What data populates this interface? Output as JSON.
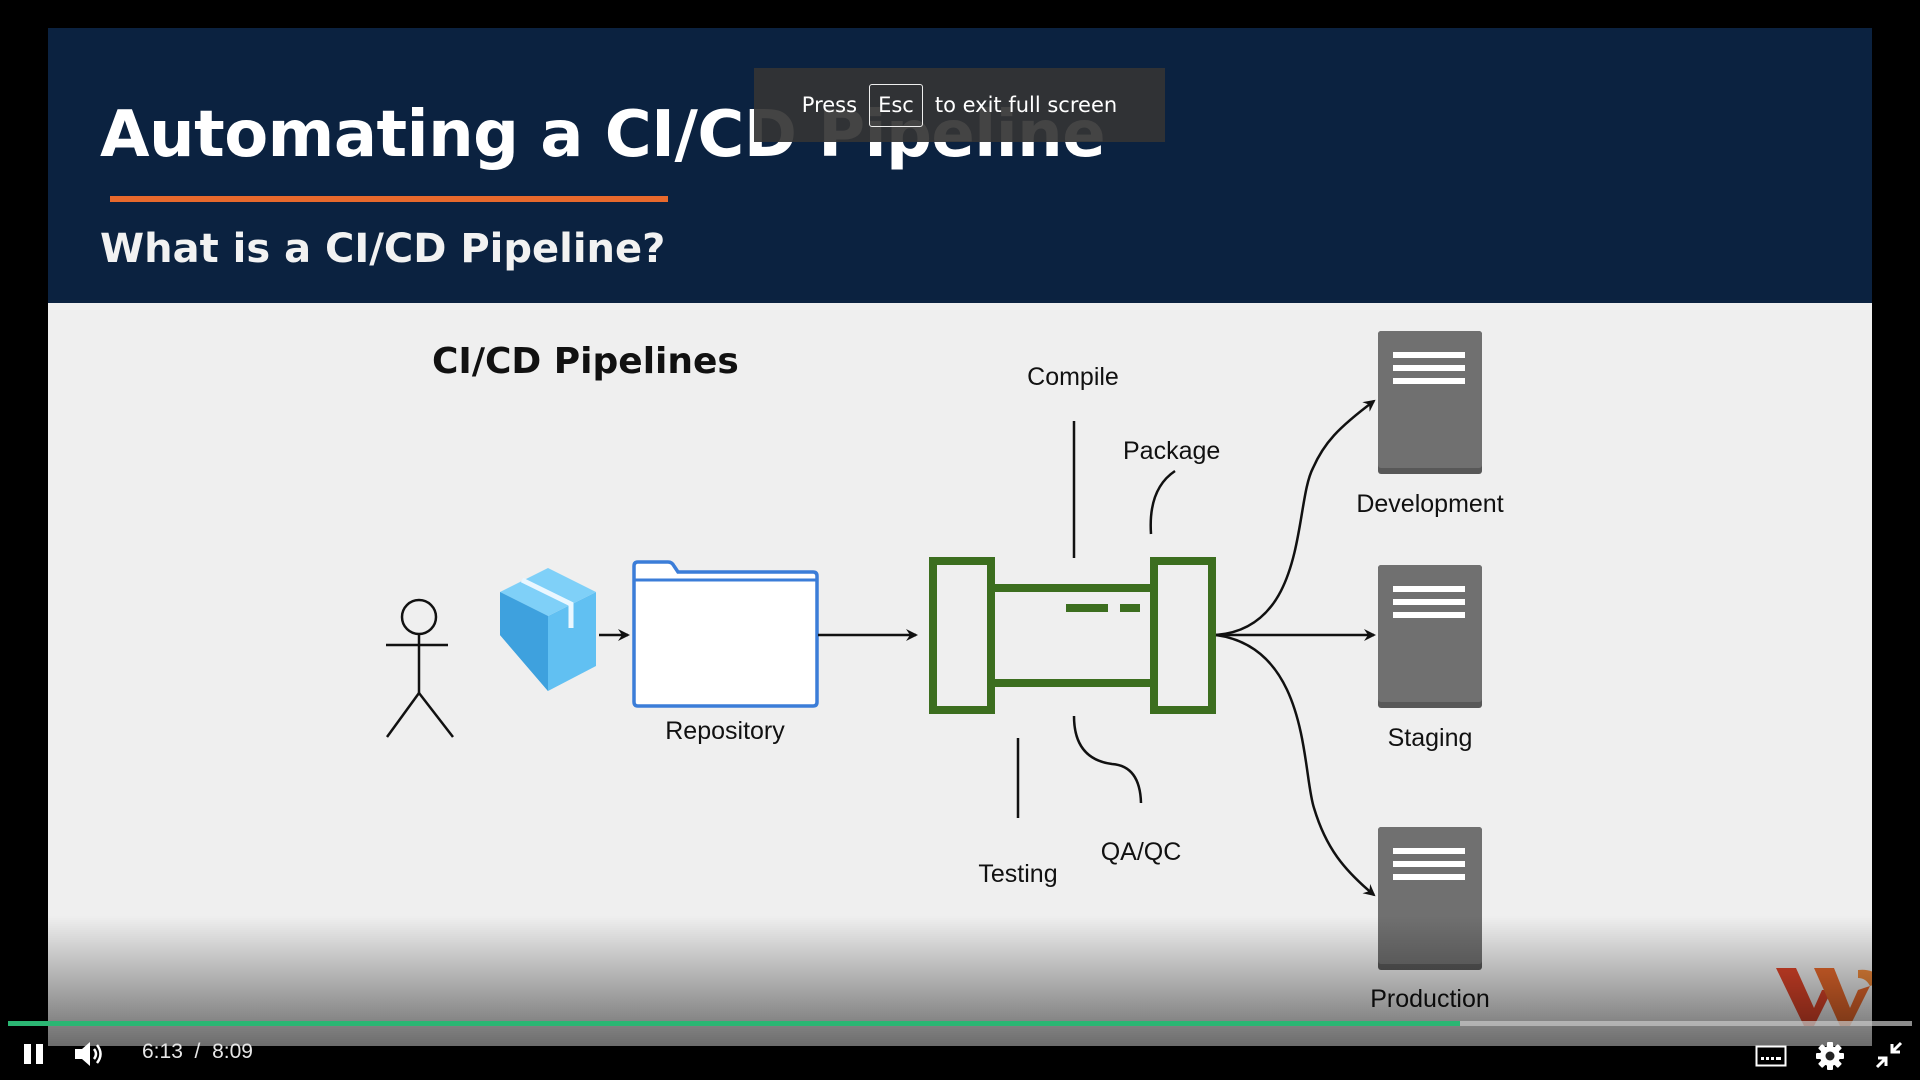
{
  "slide": {
    "title": "Automating a CI/CD Pipeline",
    "subtitle": "What is a CI/CD Pipeline?",
    "diagram": {
      "heading": "CI/CD Pipelines",
      "labels": {
        "repository": "Repository",
        "compile": "Compile",
        "package": "Package",
        "testing": "Testing",
        "qaqc": "QA/QC",
        "development": "Development",
        "staging": "Staging",
        "production": "Production"
      }
    }
  },
  "fullscreen_toast": {
    "press": "Press",
    "key": "Esc",
    "suffix": "to exit full screen"
  },
  "player": {
    "current_time": "6:13",
    "separator": "/",
    "duration": "8:09",
    "progress_fraction": 0.7627,
    "progress_color": "#2bb673",
    "icons": {
      "play_pause": "pause-icon",
      "volume": "volume-icon",
      "captions": "captions-icon",
      "settings": "gear-icon",
      "fullscreen": "exit-fullscreen-icon"
    }
  },
  "colors": {
    "header_bg": "#0b2240",
    "accent_orange": "#e8692c",
    "pipeline_green": "#3c6e1f",
    "folder_blue": "#3b7dd8",
    "cube_blue": "#4db3ec",
    "server_gray": "#707070"
  }
}
